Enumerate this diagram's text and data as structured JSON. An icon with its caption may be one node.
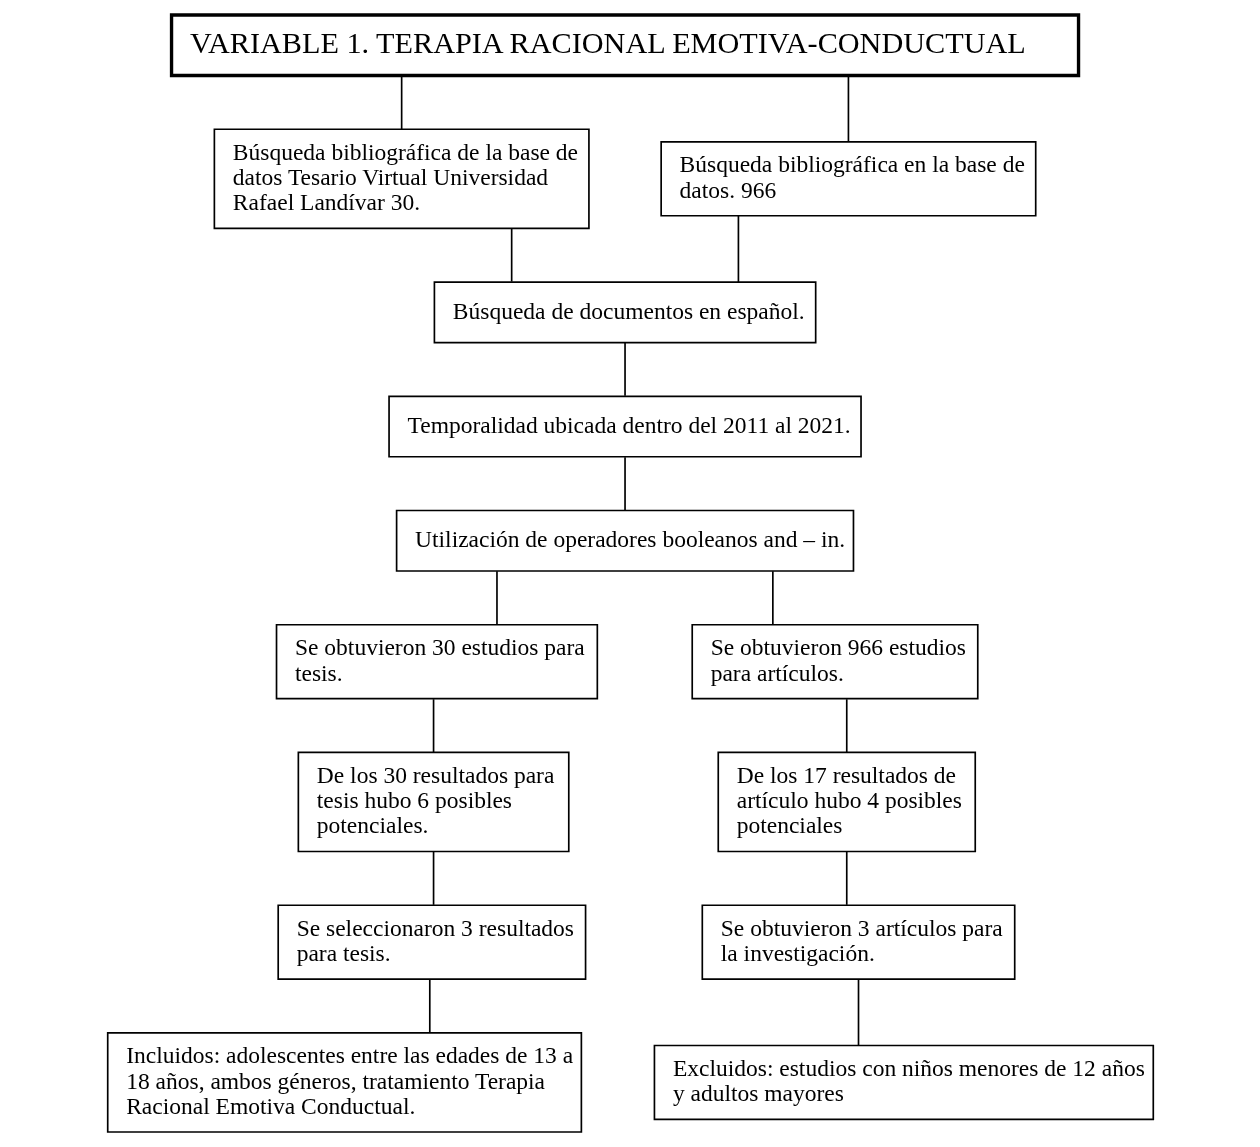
{
  "diagram": {
    "nodes": [
      {
        "text": [
          "VARIABLE 1. TERAPIA RACIONAL EMOTIVA-CONDUCTUAL"
        ]
      },
      {
        "text": [
          "Búsqueda bibliográfica de la base de datos Tesario Virtual Universidad Rafael Landívar 30."
        ]
      },
      {
        "text": [
          "Búsqueda bibliográfica en la base de datos. 966"
        ]
      },
      {
        "text": [
          "Búsqueda de documentos en español."
        ]
      },
      {
        "text": [
          "Temporalidad ubicada dentro del 2011 al 2021."
        ]
      },
      {
        "text": [
          "Utilización de operadores booleanos and – in."
        ]
      },
      {
        "text": [
          "Se obtuvieron 30 estudios para tesis."
        ]
      },
      {
        "text": [
          "Se obtuvieron 966 estudios para artículos."
        ]
      },
      {
        "text": [
          "De los 30 resultados para tesis hubo 6 posibles potenciales."
        ]
      },
      {
        "text": [
          "De los 17 resultados de artículo hubo 4 posibles potenciales"
        ]
      },
      {
        "text": [
          "Se seleccionaron 3 resultados para tesis."
        ]
      },
      {
        "text": [
          "Se obtuvieron 3 artículos para la investigación."
        ]
      },
      {
        "text": [
          "Incluidos: adolescentes entre las edades de 13 a 18 años, ambos géneros, tratamiento Terapia Racional Emotiva Conductual."
        ]
      },
      {
        "text": [
          "Excluidos: estudios con niños menores de 12 años y adultos mayores"
        ]
      }
    ],
    "edges": [
      {
        "from": 0,
        "to": 1,
        "arrow": "none"
      },
      {
        "from": 0,
        "to": 2,
        "arrow": "none"
      },
      {
        "from": 1,
        "to": 3,
        "arrow": "none"
      },
      {
        "from": 2,
        "to": 3,
        "arrow": "none"
      },
      {
        "from": 3,
        "to": 4,
        "arrow": "none"
      },
      {
        "from": 4,
        "to": 5,
        "arrow": "none"
      },
      {
        "from": 5,
        "to": 6,
        "arrow": "none"
      },
      {
        "from": 5,
        "to": 7,
        "arrow": "none"
      },
      {
        "from": 6,
        "to": 8,
        "arrow": "none"
      },
      {
        "from": 7,
        "to": 9,
        "arrow": "none"
      },
      {
        "from": 8,
        "to": 10,
        "arrow": "none"
      },
      {
        "from": 9,
        "to": 11,
        "arrow": "none"
      },
      {
        "from": 10,
        "to": 12,
        "arrow": "none"
      },
      {
        "from": 11,
        "to": 13,
        "arrow": "none"
      }
    ]
  }
}
